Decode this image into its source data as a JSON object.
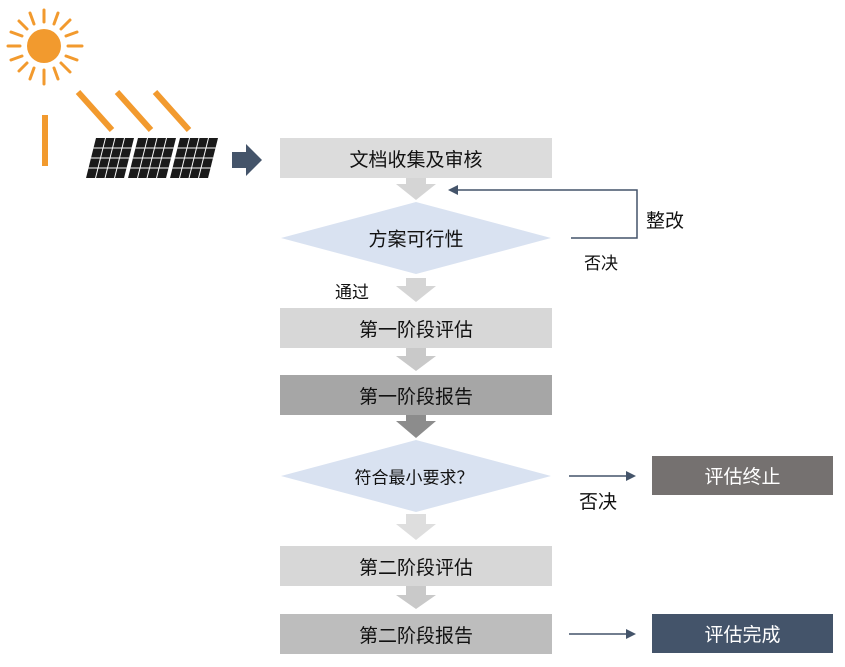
{
  "steps": {
    "collect": "文档收集及审核",
    "feasibility": "方案可行性",
    "stage1_eval": "第一阶段评估",
    "stage1_report": "第一阶段报告",
    "min_req": "符合最小要求？",
    "stage2_eval": "第二阶段评估",
    "stage2_report": "第二阶段报告"
  },
  "labels": {
    "rectify": "整改",
    "reject1": "否决",
    "pass": "通过",
    "reject2": "否决"
  },
  "terminals": {
    "terminated": "评估终止",
    "completed": "评估完成"
  },
  "colors": {
    "sun": "#f29a2e",
    "panel": "#1a1a1a",
    "diamond": "#d9e2f1",
    "terminal_gray": "#757170",
    "terminal_blue": "#44546a",
    "arrow_dark": "#44546a"
  },
  "icons": {
    "sun": "sun-icon",
    "solar_panels": "solar-panel-icon",
    "pointer": "arrow-right-icon"
  }
}
